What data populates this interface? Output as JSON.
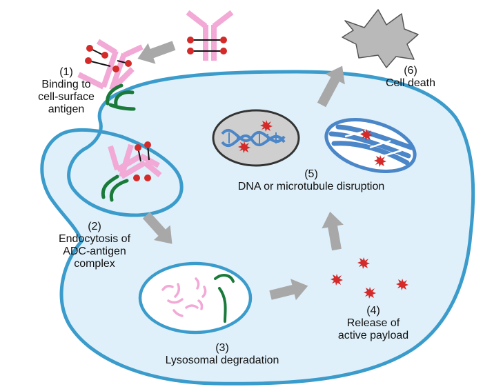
{
  "steps": {
    "s1": {
      "num": "(1)",
      "l1": "Binding to",
      "l2": "cell-surface",
      "l3": "antigen"
    },
    "s2": {
      "num": "(2)",
      "l1": "Endocytosis of",
      "l2": "ADC-antigen",
      "l3": "complex"
    },
    "s3": {
      "num": "(3)",
      "l1": "Lysosomal degradation"
    },
    "s4": {
      "num": "(4)",
      "l1": "Release of",
      "l2": "active payload"
    },
    "s5": {
      "num": "(5)",
      "l1": "DNA or microtubule disruption"
    },
    "s6": {
      "num": "(6)",
      "l1": "Cell death"
    }
  },
  "colors": {
    "cell_fill": "#dff0fa",
    "cell_border": "#3b9ccc",
    "antibody": "#f2a9d6",
    "antigen": "#1a7a3a",
    "payload": "#d42a2a",
    "arrow": "#a8a8a8",
    "nucleus": "#cfcfcf",
    "dna": "#4a86c8",
    "dead_cell": "#b9b9b9"
  }
}
